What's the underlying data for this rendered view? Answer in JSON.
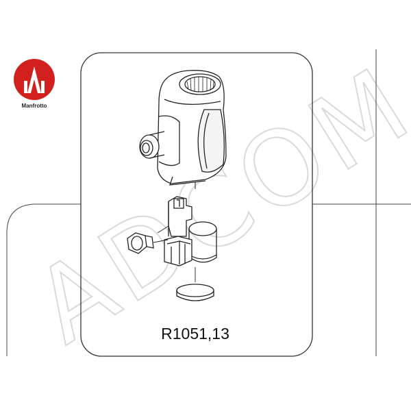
{
  "brand": {
    "name": "Manfrotto",
    "logo_color": "#d2201f"
  },
  "watermark": {
    "text": "ADCOM"
  },
  "part": {
    "code": "R1051,13"
  },
  "colors": {
    "line": "#222222",
    "frame": "#444444",
    "watermark": "#d9d9d9"
  }
}
